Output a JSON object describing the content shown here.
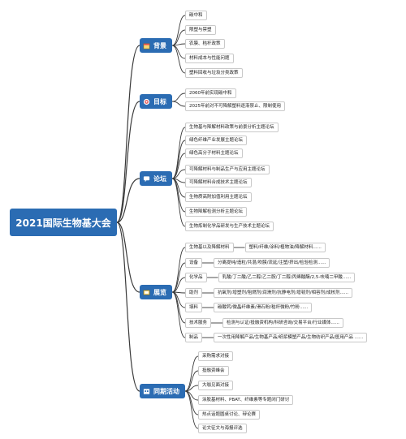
{
  "root": {
    "title": "2021国际生物基大会"
  },
  "colors": {
    "branch": "#2b6cb3",
    "line": "#3a3a3a",
    "node_border": "#c9c9c9"
  },
  "branches": [
    {
      "label": "背景",
      "icon": "calendar-icon",
      "items": [
        "碳中和",
        "限塑与禁塑",
        "农膜、秸秆政策",
        "材料成本与性能问题",
        "塑料回收与垃圾分类政策"
      ]
    },
    {
      "label": "目标",
      "icon": "target-icon",
      "items": [
        "2060年前实现碳中和",
        "2025年前对不可降解塑料逐渐禁止、限制使用"
      ]
    },
    {
      "label": "论坛",
      "icon": "forum-icon",
      "items": [
        "生物基与降解材料政策与前景分析主题论坛",
        "绿色纤维产业发展主题论坛",
        "绿色高分子材料主题论坛",
        "可降解材料与制品生产与应用主题论坛",
        "可降解材料合成技术主题论坛",
        "生物质高附加值利用主题论坛",
        "生物降解检测分析主题论坛",
        "生物炼制化学品研发与生产技术主题论坛"
      ]
    },
    {
      "label": "展览",
      "icon": "exhibit-icon",
      "items": [
        {
          "label": "生物基以及降解材料",
          "detail": "塑料/纤维/涂料/植物油/降解材料......"
        },
        {
          "label": "设备",
          "detail": "分离提纯/造粒/共混/吹膜/流延/注塑/挤出/检验检测......"
        },
        {
          "label": "化学品",
          "detail": "乳酸/丁二酸/乙二醇/乙二胺/丁二醇/丙烯酸酯/2,5-呋喃二甲酸......"
        },
        {
          "label": "助剂",
          "detail": "抗氧剂/增塑剂/阻燃剂/润滑剂/抗静电剂/增韧剂/相容剂/成核剂......"
        },
        {
          "label": "填料",
          "detail": "碳酸钙/微晶纤维素/滑石粉/秸秆微粉/竹粉......"
        },
        {
          "label": "技术服务",
          "detail": "检测与认证/投融资机构/科研咨询/交易平台/行业媒体......"
        },
        {
          "label": "制品",
          "detail": "一次性用降解产品/生物基产品/纸浆模塑产品/生物纺织产品/医用产品 ......"
        }
      ]
    },
    {
      "label": "同期活动",
      "icon": "event-icon",
      "items": [
        "采购需求对接",
        "投融资峰会",
        "大咖见面对接",
        "涂胶基材料、PBAT、纤维素等专题闭门研讨",
        "热点话题圆桌讨论、辩论赛",
        "论文征文与海报评选"
      ]
    }
  ]
}
